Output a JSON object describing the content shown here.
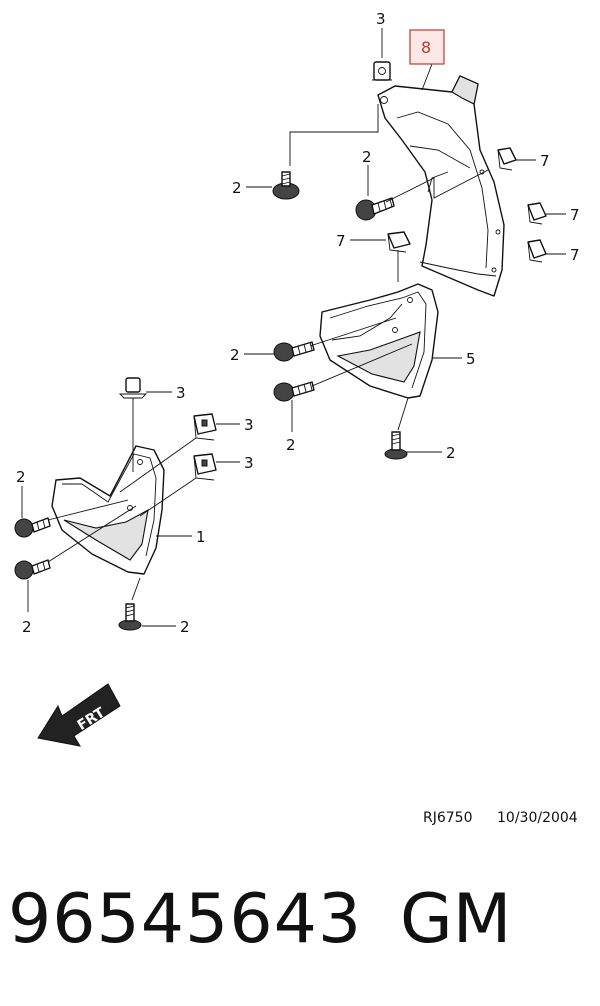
{
  "diagram": {
    "callouts": {
      "c_top_3": "3",
      "c_8": "8",
      "c_7a": "7",
      "c_7b": "7",
      "c_7c": "7",
      "c_7d": "7",
      "c_2a": "2",
      "c_2b": "2",
      "c_2c": "2",
      "c_2d": "2",
      "c_2e": "2",
      "c_5": "5",
      "c_3a": "3",
      "c_3b": "3",
      "c_3c": "3",
      "c_1": "1",
      "c_2f": "2",
      "c_2g": "2",
      "c_2h": "2"
    },
    "highlight_color": "#c0392b",
    "highlight_fill": "#fde8e8",
    "arrow_label": "FRT",
    "ref_code": "RJ6750",
    "ref_date": "10/30/2004"
  },
  "footer": {
    "part_number": "96545643",
    "brand": "GM"
  }
}
